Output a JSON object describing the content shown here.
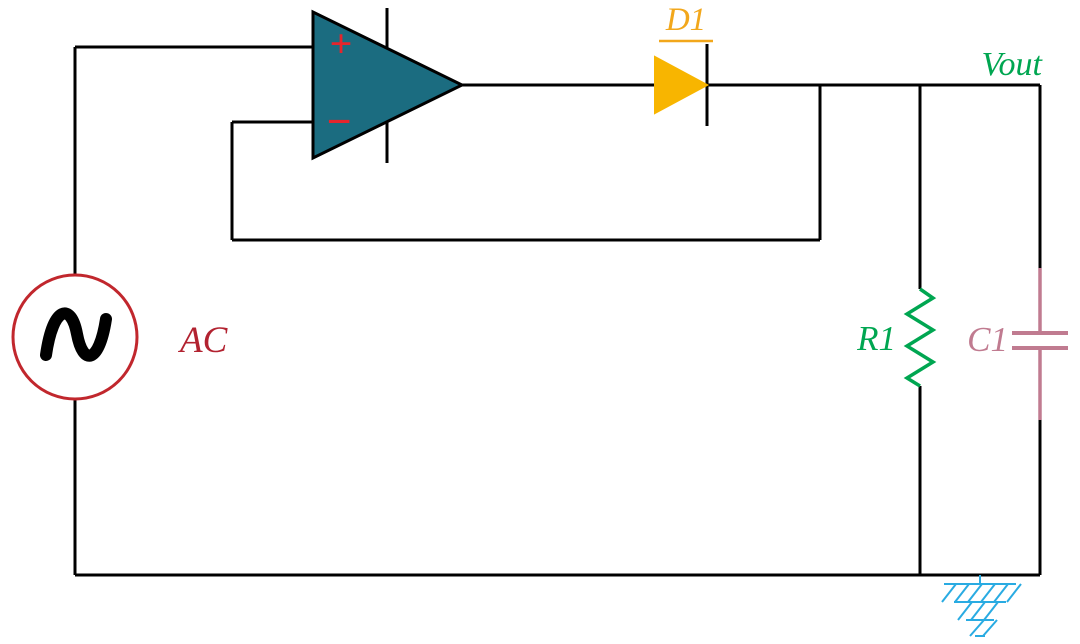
{
  "diagram": {
    "type": "circuit-schematic",
    "labels": {
      "source": "AC",
      "opamp_plus": "+",
      "opamp_minus": "−",
      "diode": "D1",
      "output": "Vout",
      "resistor": "R1",
      "capacitor": "C1"
    },
    "colors": {
      "wire": "#000000",
      "sine": "#000000",
      "source_stroke": "#c1272d",
      "source_label": "#b22230",
      "opamp_fill": "#1b6c80",
      "opamp_pin": "#e5252c",
      "diode_fill": "#f8b500",
      "diode_label": "#f2a71b",
      "output_label": "#00a651",
      "resistor": "#00a651",
      "capacitor": "#c07b90",
      "ground": "#29abe2",
      "background": "#ffffff"
    }
  }
}
